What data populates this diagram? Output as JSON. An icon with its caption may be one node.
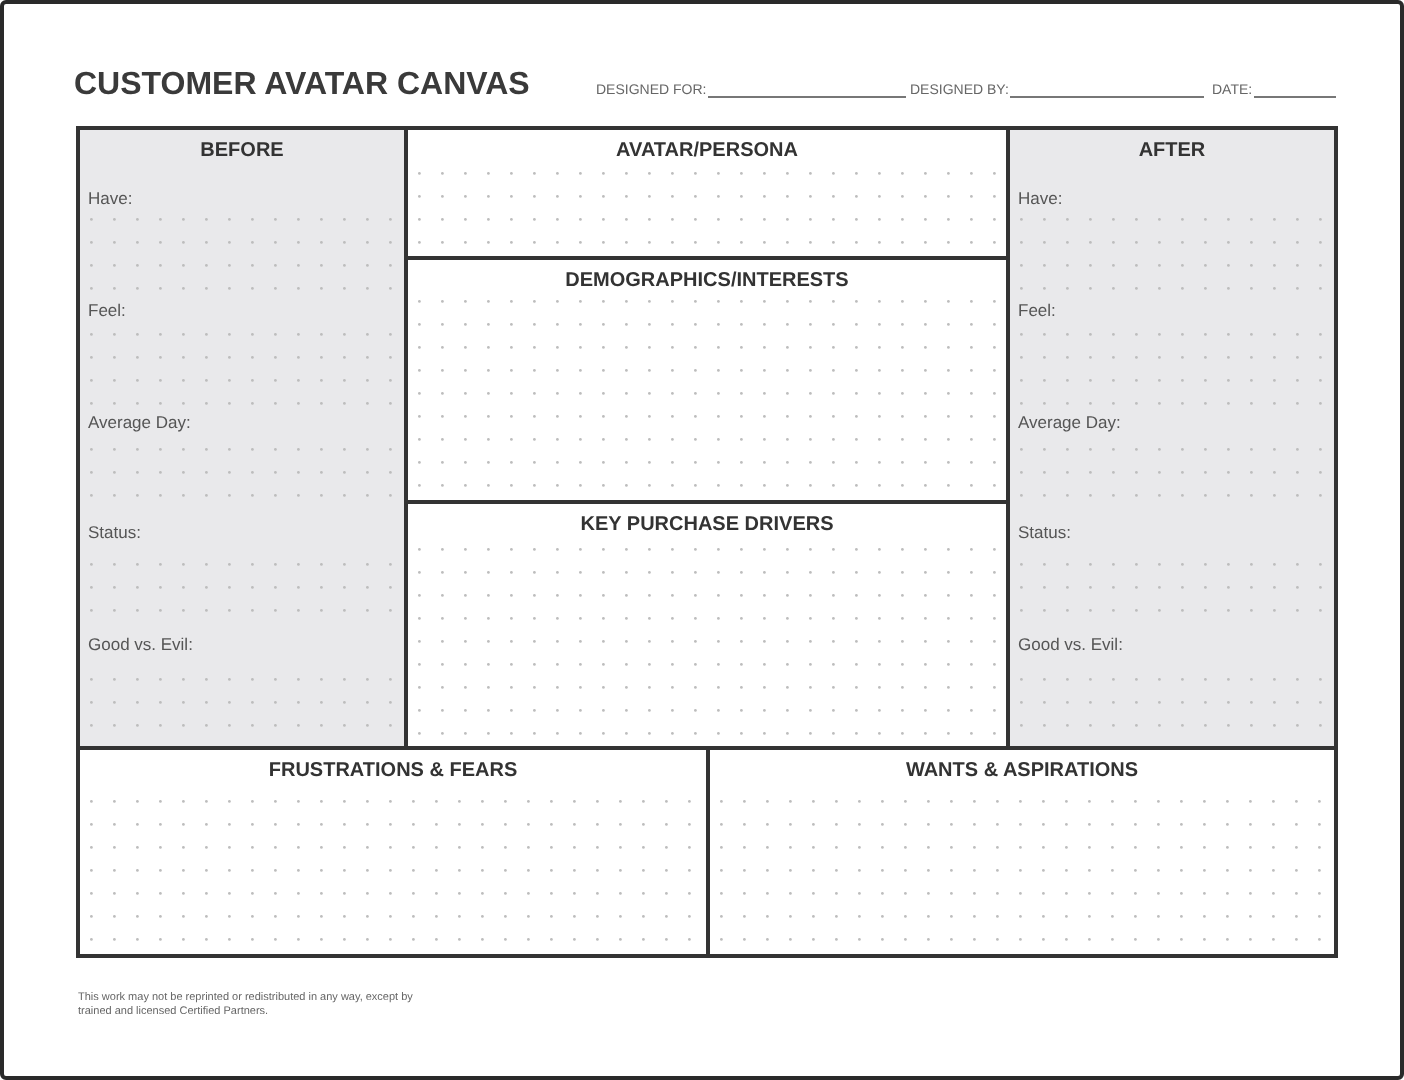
{
  "diagram": {
    "title": "CUSTOMER AVATAR CANVAS",
    "nodes": [
      {
        "text": [
          "BEFORE",
          "Have:",
          "Feel:",
          "Average Day:",
          "Status:",
          "Good vs. Evil:"
        ]
      },
      {
        "text": [
          "AVATAR/PERSONA"
        ]
      },
      {
        "text": [
          "AFTER",
          "Have:",
          "Feel:",
          "Average Day:",
          "Status:",
          "Good vs. Evil:"
        ]
      },
      {
        "text": [
          "DEMOGRAPHICS/INTERESTS"
        ]
      },
      {
        "text": [
          "KEY PURCHASE DRIVERS"
        ]
      },
      {
        "text": [
          "FRUSTRATIONS & FEARS"
        ]
      },
      {
        "text": [
          "WANTS & ASPIRATIONS"
        ]
      }
    ],
    "labels": [
      "DESIGNED FOR:",
      "DESIGNED BY:",
      "DATE:",
      "This work may not be reprinted or redistributed in any way, except by trained and licensed Certified Partners."
    ]
  }
}
